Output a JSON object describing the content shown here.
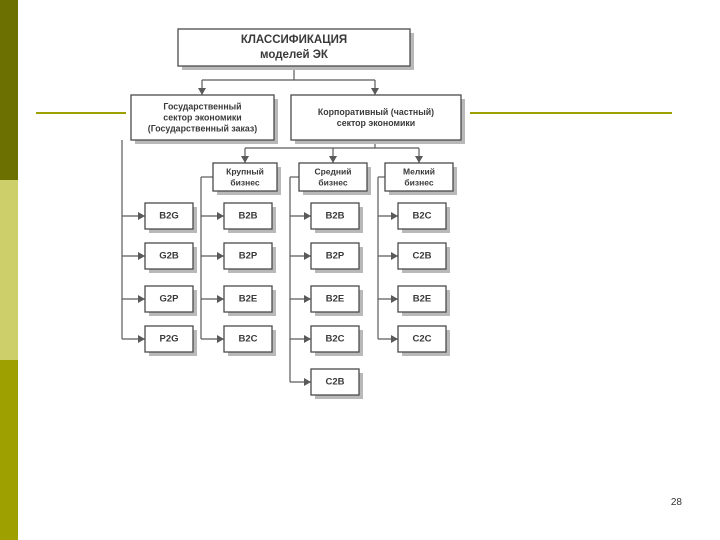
{
  "colors": {
    "bar_top": "#6b7000",
    "bar_middle": "#cdcf6a",
    "bar_bottom": "#9ea000",
    "rule": "#9ea000"
  },
  "diagram": {
    "root": [
      "КЛАССИФИКАЦИЯ",
      "моделей ЭК"
    ],
    "sectors": {
      "government": [
        "Государственный",
        "сектор экономики",
        "(Государственный заказ)"
      ],
      "corporate": [
        "Корпоративный (частный)",
        "сектор экономики"
      ]
    },
    "business_sizes": {
      "large": [
        "Крупный",
        "бизнес"
      ],
      "medium": [
        "Средний",
        "бизнес"
      ],
      "small": [
        "Мелкий",
        "бизнес"
      ]
    },
    "columns": {
      "government": [
        "B2G",
        "G2B",
        "G2P",
        "P2G"
      ],
      "large": [
        "B2B",
        "B2P",
        "B2E",
        "B2C"
      ],
      "medium": [
        "B2B",
        "B2P",
        "B2E",
        "B2C",
        "C2B"
      ],
      "small": [
        "B2C",
        "C2B",
        "B2E",
        "C2C"
      ]
    }
  },
  "page_number": "28"
}
